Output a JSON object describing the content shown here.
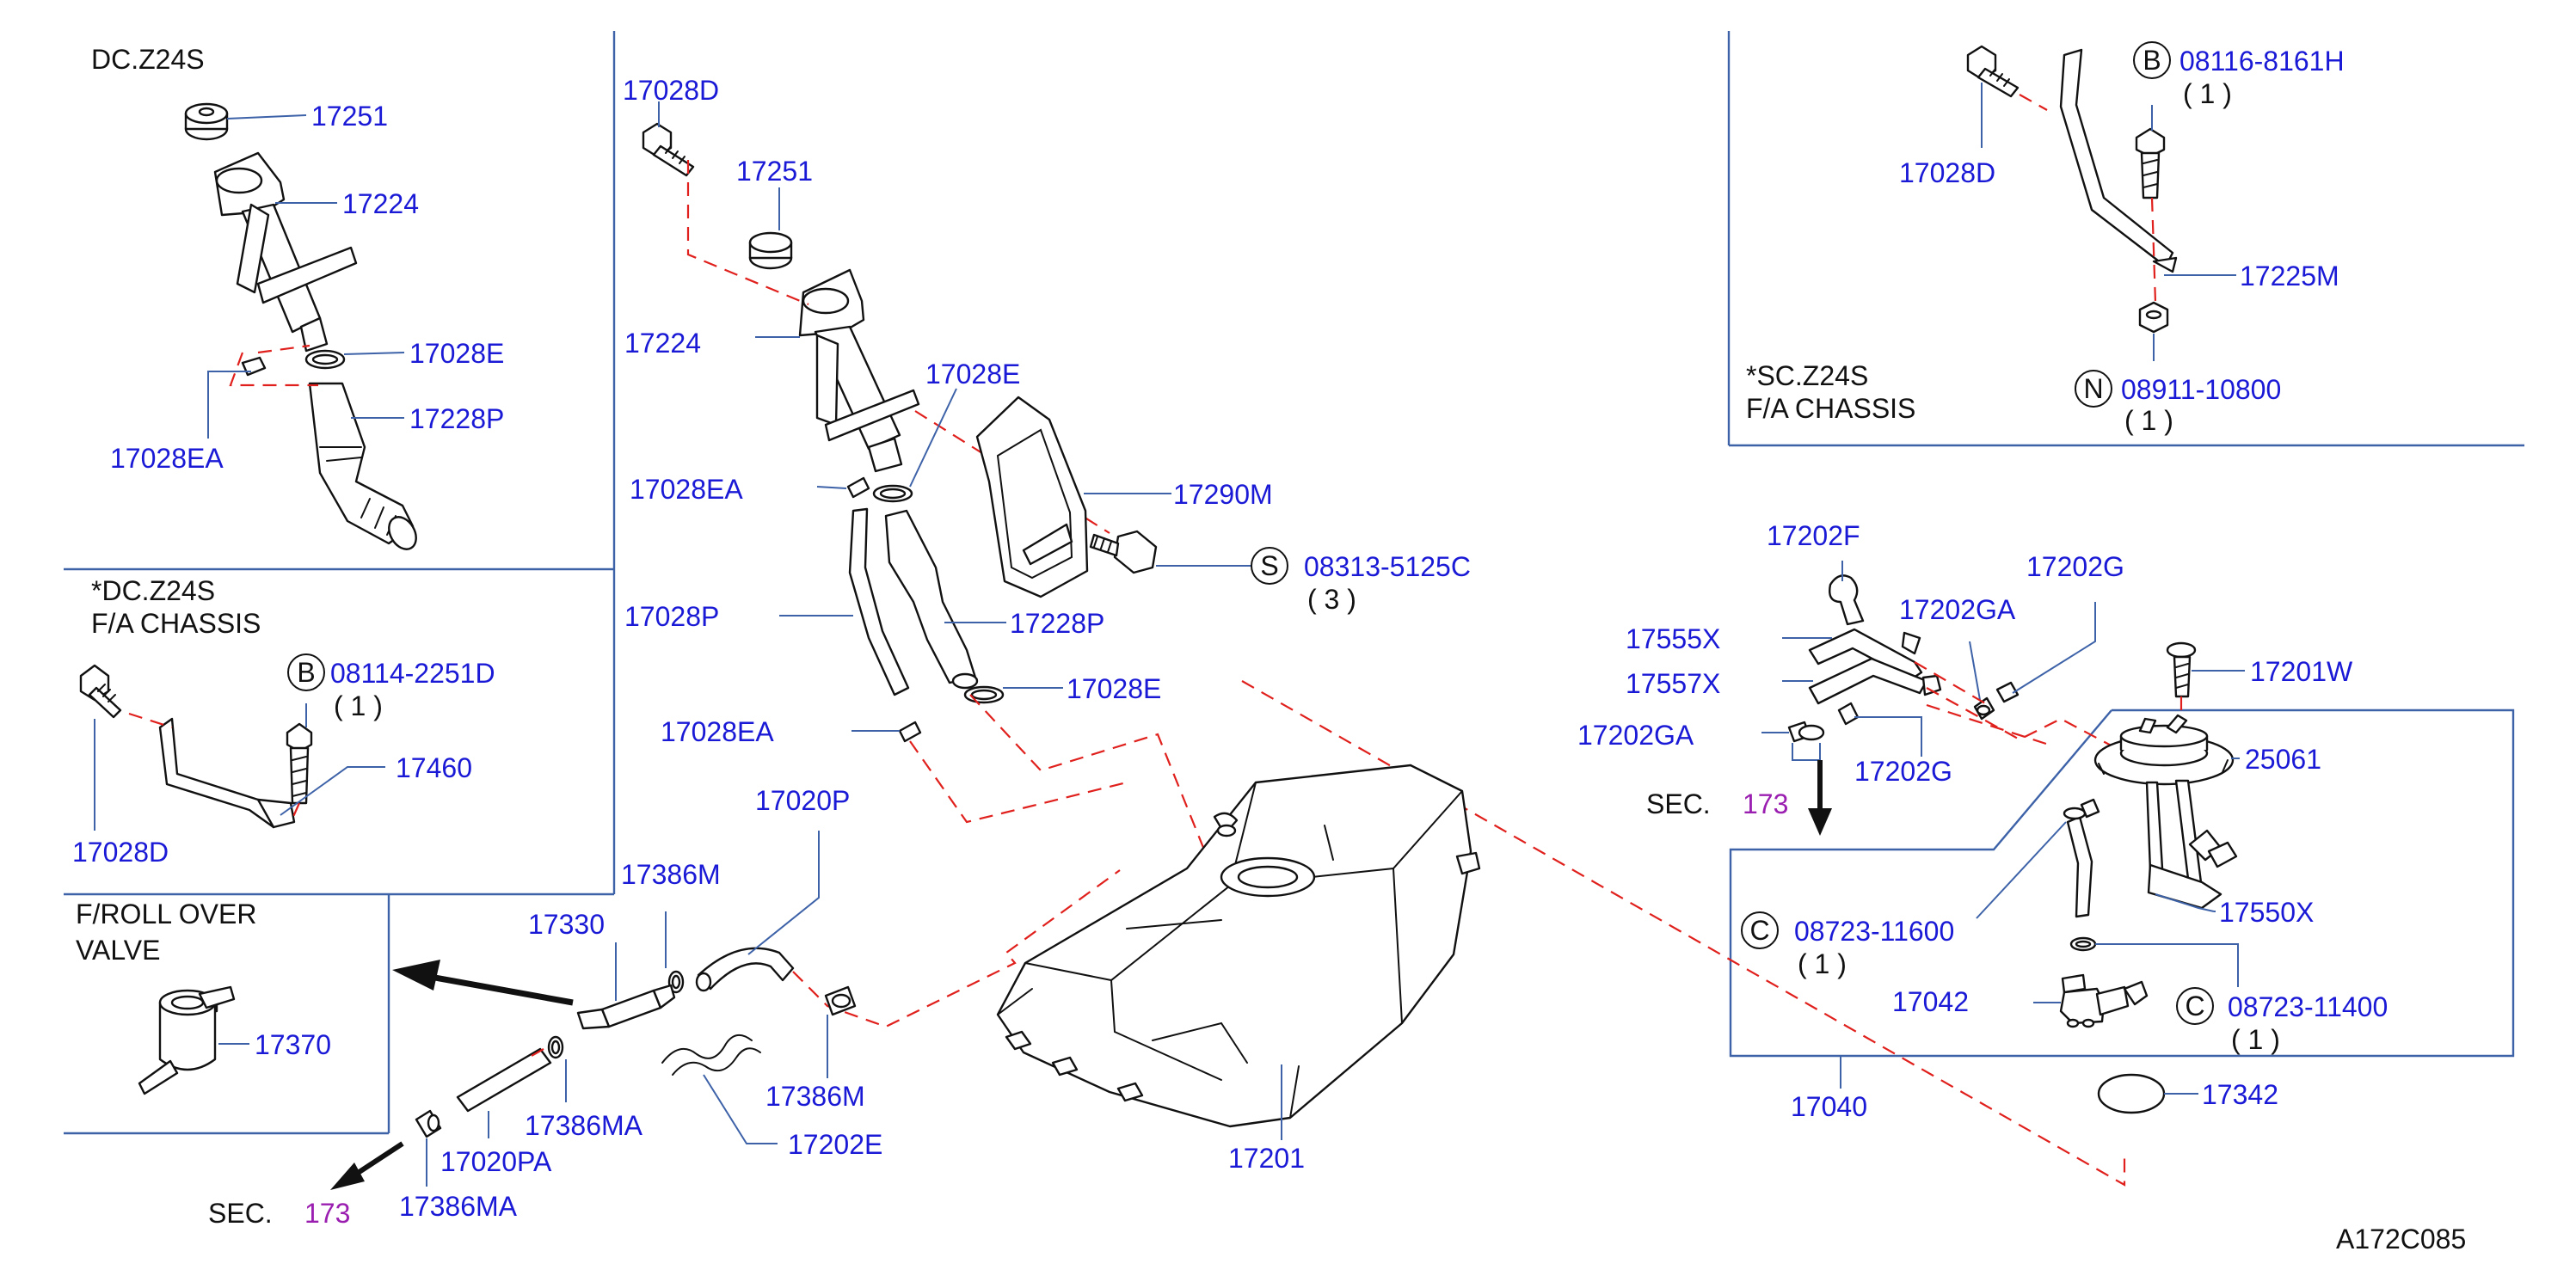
{
  "drawing_id": "A172C085",
  "sections": {
    "dc": "DC.Z24S",
    "dc_chassis_1": "*DC.Z24S",
    "dc_chassis_2": "F/A   CHASSIS",
    "sc_chassis_1": "*SC.Z24S",
    "sc_chassis_2": "F/A   CHASSIS",
    "rollover_1": "F/ROLL   OVER",
    "rollover_2": "VALVE"
  },
  "sec_refs": [
    {
      "text": "SEC.",
      "num": "173"
    },
    {
      "text": "SEC.",
      "num": "173"
    }
  ],
  "parts": {
    "p17251_a": "17251",
    "p17224_a": "17224",
    "p17028E_a": "17028E",
    "p17228P_a": "17228P",
    "p17028EA_a": "17028EA",
    "p08114": "08114-2251D",
    "p08114_qty": "( 1 )",
    "p17460": "17460",
    "p17028D_a": "17028D",
    "p17370": "17370",
    "p17028D_b": "17028D",
    "p17251_b": "17251",
    "p17224_b": "17224",
    "p17028E_b": "17028E",
    "p17028EA_b": "17028EA",
    "p17290M": "17290M",
    "p08313": "08313-5125C",
    "p08313_qty": "(  3  )",
    "p17028P": "17028P",
    "p17228P_b": "17228P",
    "p17028E_c": "17028E",
    "p17028EA_c": "17028EA",
    "p17020P": "17020P",
    "p17386M_a": "17386M",
    "p17330": "17330",
    "p17386M_b": "17386M",
    "p17386MA_a": "17386MA",
    "p17020PA": "17020PA",
    "p17202E": "17202E",
    "p17386MA_b": "17386MA",
    "p17201": "17201",
    "p08116": "08116-8161H",
    "p08116_qty": "( 1 )",
    "p17028D_c": "17028D",
    "p17225M": "17225M",
    "p08911": "08911-10800",
    "p08911_qty": "( 1 )",
    "p17202F": "17202F",
    "p17202G_a": "17202G",
    "p17555X": "17555X",
    "p17202GA_a": "17202GA",
    "p17557X": "17557X",
    "p17201W": "17201W",
    "p17202GA_b": "17202GA",
    "p17202G_b": "17202G",
    "p25061": "25061",
    "p08723_11600": "08723-11600",
    "p08723_11600_qty": "( 1 )",
    "p17550X": "17550X",
    "p17042": "17042",
    "p08723_11400": "08723-11400",
    "p08723_11400_qty": "( 1 )",
    "p17040": "17040",
    "p17342": "17342"
  },
  "callouts": {
    "b1": "B",
    "b2": "B",
    "s1": "S",
    "n1": "N",
    "c1": "C",
    "c2": "C"
  }
}
